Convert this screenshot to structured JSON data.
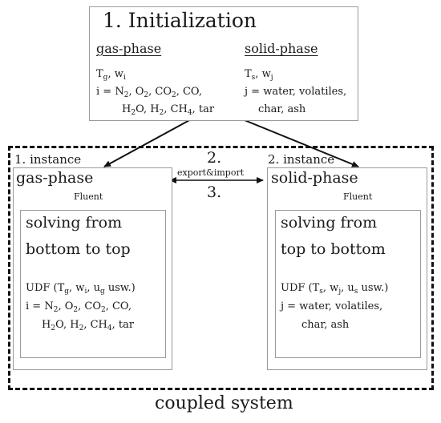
{
  "init": {
    "title": "1. Initialization",
    "gas_heading": "gas-phase",
    "solid_heading": "solid-phase",
    "gas_vars": {
      "T": "T",
      "T_sub": "g",
      "w": "w",
      "w_sub": "i"
    },
    "gas_i_line1": {
      "prefix": "i = N",
      "n2_sub": "2",
      "o": ", O",
      "o2_sub": "2",
      "co2": ", CO",
      "co2_sub": "2",
      "co": ", CO,"
    },
    "gas_i_line2": {
      "h2o": "H",
      "h2o_sub": "2",
      "o": "O, H",
      "h2_sub": "2",
      "ch": ", CH",
      "ch4_sub": "4",
      "tar": ", tar"
    },
    "solid_vars": {
      "T": "T",
      "T_sub": "s",
      "w": "w",
      "w_sub": "j"
    },
    "solid_j_line1": "j = water, volatiles,",
    "solid_j_line2": "char, ash"
  },
  "middle": {
    "step2": "2.",
    "export_import": "export&import",
    "step3": "3."
  },
  "gas_instance": {
    "instance_label": "1. instance",
    "phase_label": "gas-phase",
    "fluent_label": "Fluent",
    "solving_line1": "solving from",
    "solving_line2": "bottom to top",
    "udf": {
      "prefix": "UDF (T",
      "T_sub": "g",
      "w": ", w",
      "w_sub": "i",
      "u": ", u",
      "u_sub": "g",
      "suffix": " usw.)"
    },
    "i_line1": {
      "prefix": "i = N",
      "n2_sub": "2",
      "o": ", O",
      "o2_sub": "2",
      "co2": ", CO",
      "co2_sub": "2",
      "co": ", CO,"
    },
    "i_line2": {
      "h2o": "H",
      "h2o_sub": "2",
      "o": "O, H",
      "h2_sub": "2",
      "ch": ", CH",
      "ch4_sub": "4",
      "tar": ", tar"
    }
  },
  "solid_instance": {
    "instance_label": "2. instance",
    "phase_label": "solid-phase",
    "fluent_label": "Fluent",
    "solving_line1": "solving from",
    "solving_line2": "top to bottom",
    "udf": {
      "prefix": "UDF (T",
      "T_sub": "s",
      "w": ", w",
      "w_sub": "j",
      "u": ", u",
      "u_sub": "s",
      "suffix": " usw.)"
    },
    "j_line1": "j = water, volatiles,",
    "j_line2": "char, ash"
  },
  "footer": {
    "coupled_label": "coupled system"
  }
}
